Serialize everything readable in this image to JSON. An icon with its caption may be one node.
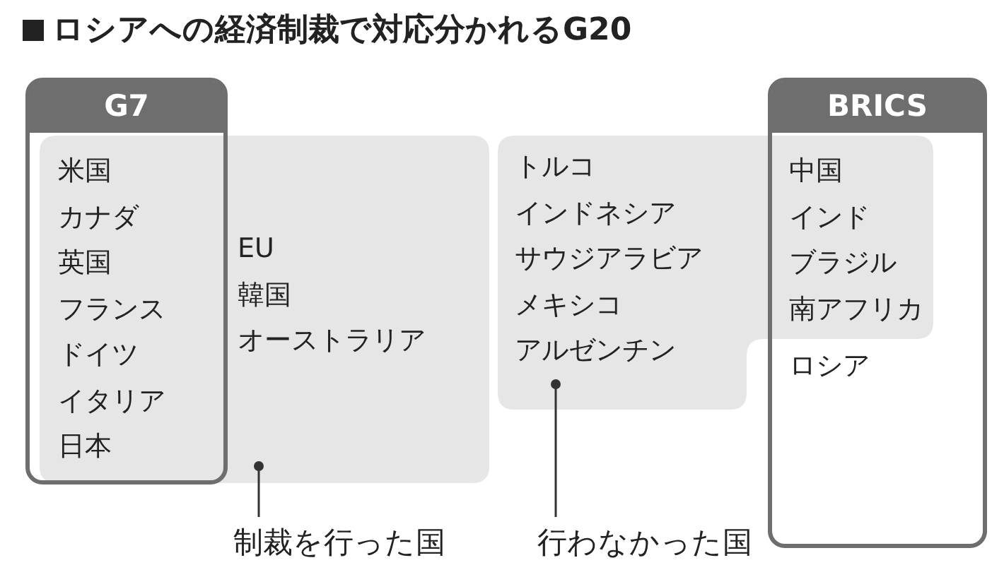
{
  "diagram": {
    "title": "ロシアへの経済制裁で対応分かれるG20",
    "nodes": [
      {
        "text": [
          "G7",
          "米国",
          "カナダ",
          "英国",
          "フランス",
          "ドイツ",
          "イタリア",
          "日本"
        ]
      },
      {
        "text": [
          "EU",
          "韓国",
          "オーストラリア"
        ]
      },
      {
        "text": [
          "トルコ",
          "インドネシア",
          "サウジアラビア",
          "メキシコ",
          "アルゼンチン"
        ]
      },
      {
        "text": [
          "BRICS",
          "中国",
          "インド",
          "ブラジル",
          "南アフリカ",
          "ロシア"
        ]
      },
      {
        "text": [
          "制裁を行った国"
        ]
      },
      {
        "text": [
          "行わなかった国"
        ]
      }
    ],
    "edges": [
      {
        "from": 4,
        "to": 1,
        "arrow": "other"
      },
      {
        "from": 5,
        "to": 2,
        "arrow": "other"
      }
    ]
  }
}
